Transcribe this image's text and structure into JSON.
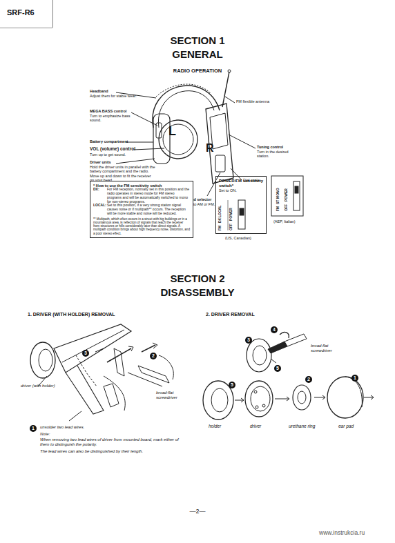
{
  "diagram": {
    "nodes": [
      {
        "text": [
          "SRF-R6"
        ]
      },
      {
        "text": [
          "* How to use the FM sensitivity switch",
          "DX:",
          "For FM reception, normally set in this position and the radio operates in stereo mode for FM stereo programs and will be automatically switched to mono for non-stereo programs.",
          "LOCAL:",
          "Set to this position, if a very strong station signal causes noise or if multipath** occurs. The reception will be more stable and noise will be reduced.",
          "** Multipath, which often occurs in a street with big buildings or in a mountainous area, is reflection of signals that reach the receiver from structures or hills considerably later than direct signals. A multipath condition brings about high frequency noise, distortion, and a poor stereo effect."
        ]
      },
      {
        "text": [
          "POWER/FM sensitivity switch*",
          "Set to ON."
        ]
      }
    ],
    "edges": [],
    "labels": [
      "SECTION 1",
      "GENERAL",
      "RADIO OPERATION",
      "Headband",
      "Adjust them for stable wear.",
      "MEGA BASS control",
      "Turn to emphasize bass sound.",
      "Battery compartment",
      "VOL (volume) control",
      "Turn up to get sound.",
      "Driver units",
      "Hold the driver units in parallel with the battery compartment and the radio. Move up and down to fit the receiver on your head.",
      "L",
      "R",
      "FM flexible antenna",
      "Tuning control",
      "Turn in the desired station.",
      "Dial scale",
      "Band selector",
      "Set to AM or FM.",
      "(US, Canadian)",
      "(AEP, Italian)",
      "FM",
      "DX",
      "LOCAL",
      "OFF",
      "POWER",
      "FM",
      "ST",
      "MONO",
      "OFF",
      "POWER",
      "SECTION 2",
      "DISASSEMBLY",
      "1. DRIVER (WITH HOLDER) REMOVAL",
      "2. DRIVER REMOVAL",
      "3",
      "2",
      "driver (with holder)",
      "broad-flat screwdriver",
      "1",
      "unsolder two lead wires.",
      "Note:",
      "When removing two lead wires of driver from mounted board, mark either of them to distinguish the polarity.",
      "The lead wires can also be distinguished by their length.",
      "4",
      "3",
      "5",
      "broad-flat screwdriver",
      "5",
      "2",
      "1",
      "holder",
      "driver",
      "urethane ring",
      "ear pad",
      "—2—",
      "www.instrukcia.ru"
    ]
  }
}
